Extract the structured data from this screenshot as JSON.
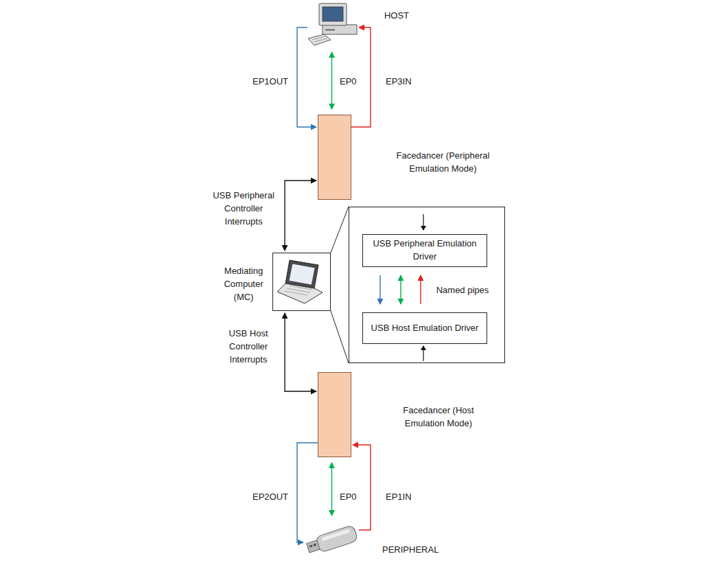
{
  "diagram": {
    "nodes": [
      {
        "text": [
          "HOST"
        ]
      },
      {
        "text": [
          "Facedancer (Peripheral Emulation Mode)"
        ]
      },
      {
        "text": [
          "Mediating Computer (MC)"
        ]
      },
      {
        "text": [
          "Named pipes"
        ]
      },
      {
        "text": [
          "USB Peripheral Emulation Driver"
        ],
        "in": 3
      },
      {
        "text": [
          "USB Host Emulation Driver"
        ],
        "in": 3
      },
      {
        "text": [
          "Facedancer (Host Emulation Mode)"
        ]
      },
      {
        "text": [
          "PERIPHERAL"
        ]
      }
    ],
    "edges": [
      {
        "from": 0,
        "to": 1,
        "arrow": "to",
        "label": "EP1OUT"
      },
      {
        "from": 0,
        "to": 1,
        "arrow": "both",
        "label": "EP0"
      },
      {
        "from": 1,
        "to": 0,
        "arrow": "to",
        "label": "EP3IN"
      },
      {
        "from": 1,
        "to": 2,
        "arrow": "both",
        "label": "USB Peripheral Controller Interrupts"
      },
      {
        "from": 4,
        "to": 5,
        "arrow": "to"
      },
      {
        "from": 4,
        "to": 5,
        "arrow": "both"
      },
      {
        "from": 5,
        "to": 4,
        "arrow": "to"
      },
      {
        "from": 2,
        "to": 6,
        "arrow": "both",
        "label": "USB Host Controller Interrupts"
      },
      {
        "from": 6,
        "to": 7,
        "arrow": "to",
        "label": "EP2OUT"
      },
      {
        "from": 6,
        "to": 7,
        "arrow": "both",
        "label": "EP0"
      },
      {
        "from": 7,
        "to": 6,
        "arrow": "to",
        "label": "EP1IN"
      }
    ]
  }
}
